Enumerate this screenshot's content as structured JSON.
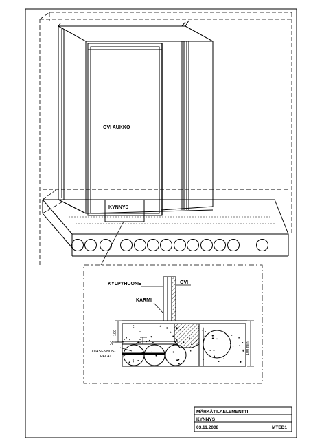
{
  "drawing": {
    "door_opening_label": "OVI AUKKO",
    "threshold_label": "KYNNYS"
  },
  "detail": {
    "bathroom_label": "KYLPYHUONE",
    "door_label": "OVI",
    "frame_label": "KARMI",
    "dim_100_vertical": "100",
    "dim_10_vertical": "10",
    "dim_100_min": "100 min.",
    "x_marker": "X",
    "x_note_line1": "X=ASENNUS-",
    "x_note_line2": "PALAT"
  },
  "title_block": {
    "element": "MÄRKÄTILAELEMENTTI",
    "subject": "KYNNYS",
    "date": "03.11.2008",
    "code": "MTED1"
  }
}
